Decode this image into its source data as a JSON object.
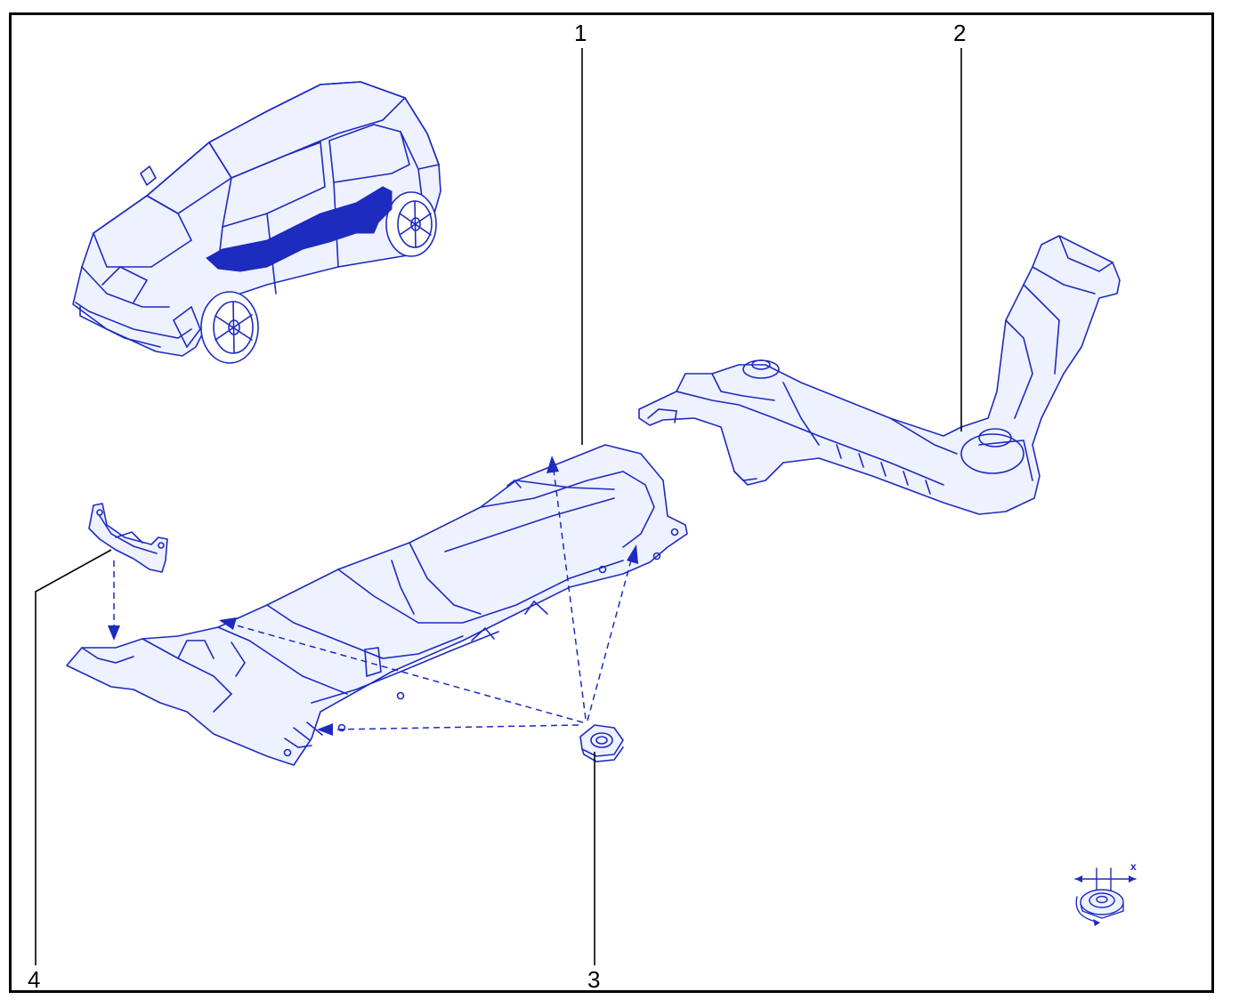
{
  "diagram": {
    "line_color": "#1d2bbf",
    "highlight_color": "#1d2bbf",
    "leader_color": "#000000",
    "arrow_color": "#1d2bbf"
  },
  "callouts": [
    {
      "id": "1",
      "label": "1",
      "part": "central-heat-shield"
    },
    {
      "id": "2",
      "label": "2",
      "part": "rear-heat-shield"
    },
    {
      "id": "3",
      "label": "3",
      "part": "fastener-nut"
    },
    {
      "id": "4",
      "label": "4",
      "part": "front-bracket"
    }
  ],
  "tightening_symbol": {
    "icon": "torque-nut-icon",
    "axis_label": "x"
  }
}
